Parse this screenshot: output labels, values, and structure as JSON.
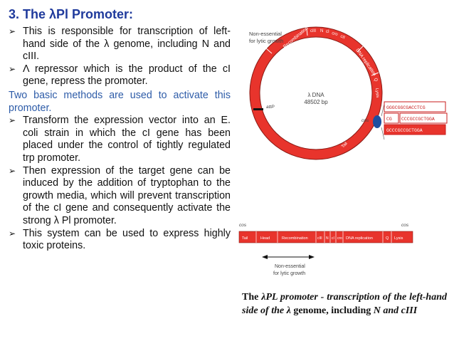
{
  "title": "3. The λPl Promoter:",
  "bullets_top": [
    "This is responsible for transcription of left-hand side of the λ genome, including N and cIII.",
    "Λ repressor which is the product of the cI gene, repress the promoter."
  ],
  "methods_heading": "Two basic methods are used to activate this promoter.",
  "bullets_bottom": [
    "Transform the expression vector into an E. coli strain in which the cI gene has been placed under the control of tightly regulated trp promoter.",
    "Then expression of the target gene can be induced by the addition of tryptophan to the growth media, which will prevent transcription of the cI gene and consequently activate the strong λ Pl promoter.",
    "This system can be used to express highly toxic proteins."
  ],
  "figure": {
    "circle_label_line1": "λ DNA",
    "circle_label_line2": "48502 bp",
    "non_essential_top_line1": "Non-essential",
    "non_essential_top_line2": "for lytic growth",
    "ring_labels": [
      "Recombination",
      "cIII",
      "N",
      "cI",
      "cro",
      "cII",
      "DNA replication",
      "Q",
      "Lysis",
      "Head",
      "Tail"
    ],
    "attp": "attP",
    "cos": "cos",
    "seq1": "GGGCGGCGACCTCG",
    "seq2a": "CG",
    "seq2b": "CCCGCCGCTGGA",
    "seq3": "GCCCGCCGCTGGA",
    "linear_cos_left": "cos",
    "linear_cos_right": "cos",
    "linear_segments": [
      "Tail",
      "Head",
      "Recombination",
      "cIII",
      "N",
      "cI",
      "cro",
      "DNA replication",
      "Q",
      "Lysis"
    ],
    "non_essential_bottom_line1": "Non-essential",
    "non_essential_bottom_line2": "for lytic growth"
  },
  "caption": {
    "p1": "The ",
    "p2": "λPL promoter - transcription of the left-hand side of the λ",
    "p3": " genome, including ",
    "p4": "N and cIII"
  },
  "colors": {
    "title": "#1f3a9c",
    "methods": "#2e5ca8",
    "dna_red": "#e8342c",
    "cos_blue": "#1e4fa0"
  }
}
